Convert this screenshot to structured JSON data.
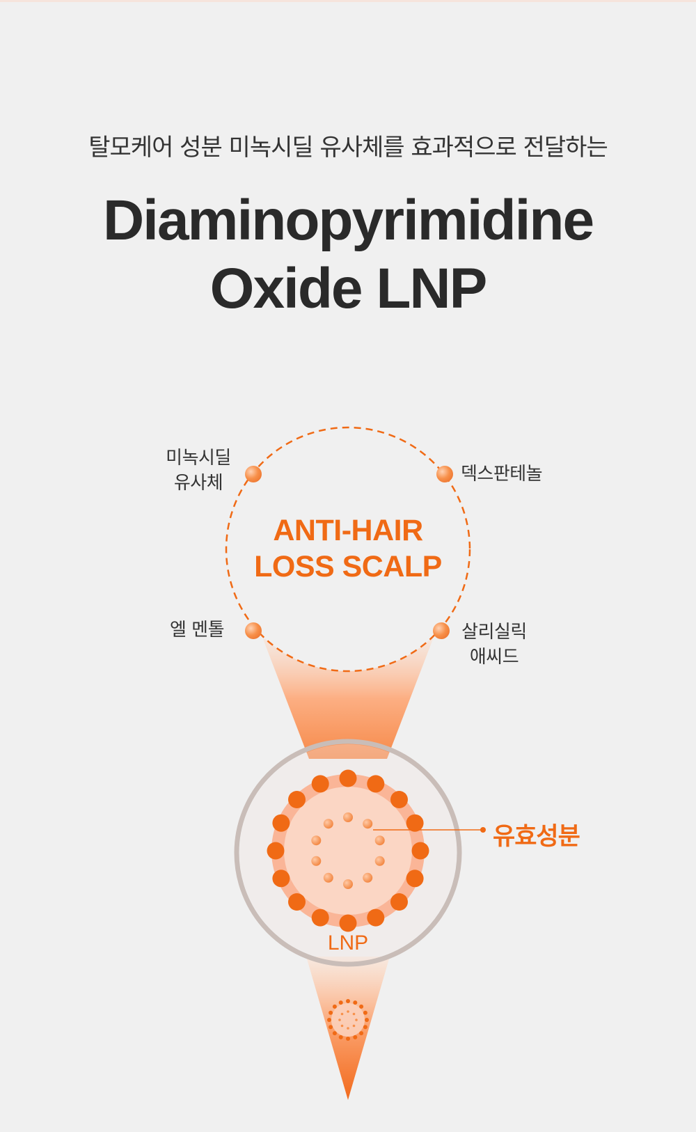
{
  "header": {
    "subtitle": "탈모케어 성분 미녹시딜 유사체를 효과적으로 전달하는",
    "title_line1": "Diaminopyrimidine",
    "title_line2": "Oxide LNP"
  },
  "diagram": {
    "center_line1": "ANTI-HAIR",
    "center_line2": "LOSS SCALP",
    "ingredients": {
      "top_left_line1": "미녹시딜",
      "top_left_line2": "유사체",
      "top_right": "덱스판테놀",
      "bottom_left": "엘 멘톨",
      "bottom_right_line1": "살리실릭",
      "bottom_right_line2": "애씨드"
    },
    "active_ingredient_label": "유효성분",
    "lnp_label": "LNP",
    "colors": {
      "accent": "#f06a15",
      "dot": "#f7904a",
      "ring": "#c9bdb8",
      "shell": "#fab597",
      "core": "#fbd6c4"
    }
  }
}
